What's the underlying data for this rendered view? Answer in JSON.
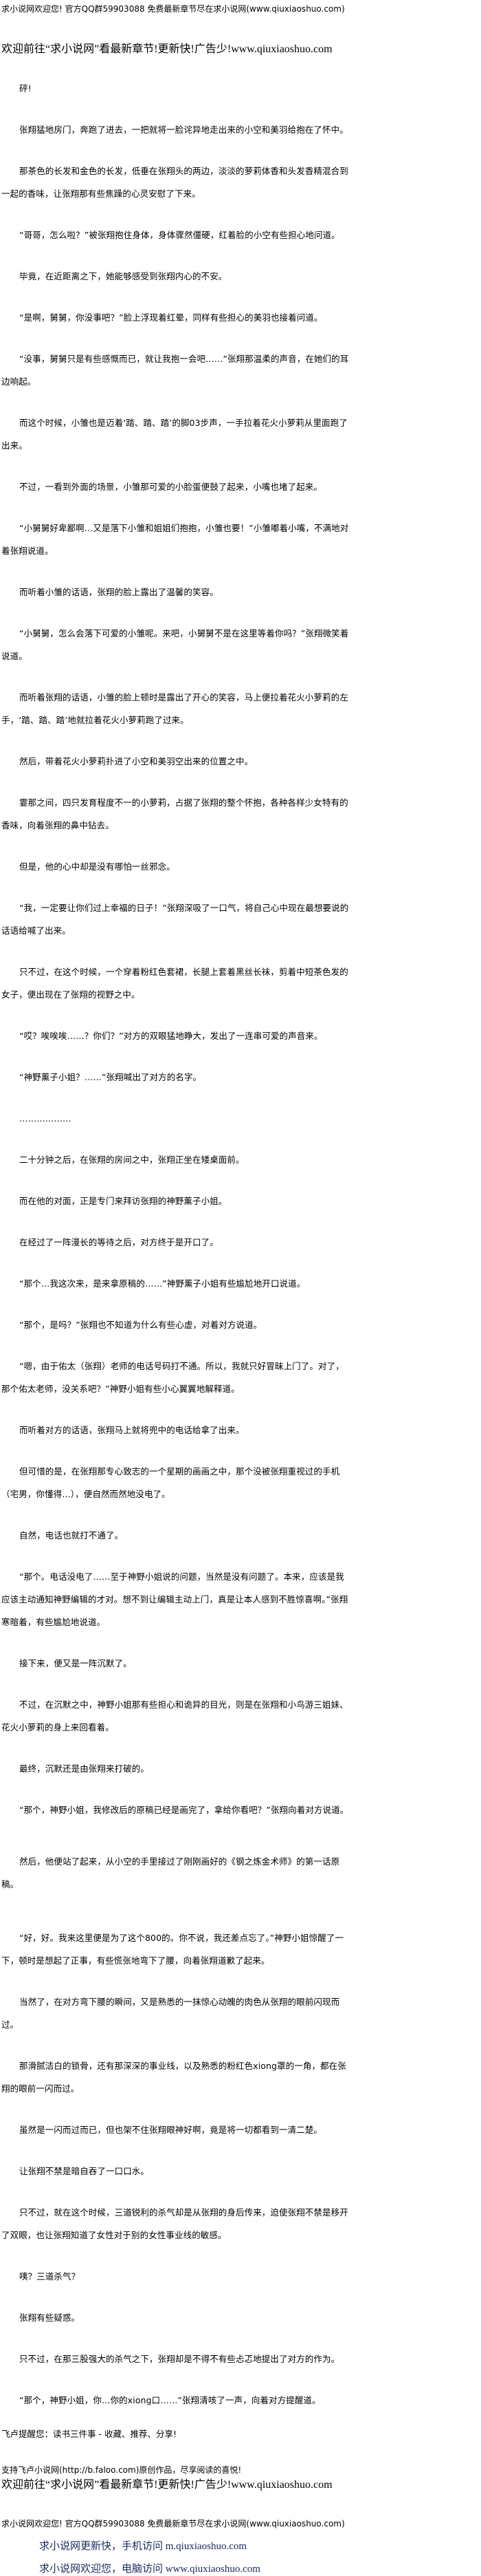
{
  "header": {
    "site_notice": "求小说网欢迎您! 官方QQ群59903088 免费最新章节尽在求小说网(www.qiuxiaoshuo.com)",
    "promo": "欢迎前往“求小说网”看最新章节!更新快!广告少!www.qiuxiaoshuo.com"
  },
  "chapter": {
    "paragraphs": [
      "砰!",
      "张翔猛地房门，奔跑了进去，一把就将一脸诧异地走出来的小空和美羽给抱在了怀中。",
      "那茶色的长发和金色的长发，低垂在张翔头的两边，淡淡的萝莉体香和头发香精混合到一起的香味，让张翔那有些焦躁的心灵安慰了下来。",
      "“哥哥，怎么啦？”被张翔抱住身体，身体骤然僵硬，红着脸的小空有些担心地问道。",
      "毕竟，在近距离之下，她能够感受到张翔内心的不安。",
      "“是啊，舅舅，你没事吧？”脸上浮现着红晕，同样有些担心的美羽也接着问道。",
      "“没事，舅舅只是有些感慨而已，就让我抱一会吧……”张翔那温柔的声音，在她们的耳边响起。",
      "而这个时候，小雏也是迈着‘踏、踏、踏’的脚03步声，一手拉着花火小萝莉从里面跑了出来。",
      "不过，一看到外面的场景，小雏那可爱的小脸蛋便鼓了起来，小嘴也堵了起来。",
      "“小舅舅好卑鄙啊…又是落下小雏和姐姐们抱抱，小雏也要！”小雏嘟着小嘴，不满地对着张翔说道。",
      "而听着小雏的话语，张翔的脸上露出了温馨的笑容。",
      "“小舅舅，怎么会落下可爱的小雏呢。来吧，小舅舅不是在这里等着你吗？”张翔微笑着说道。",
      "而听着张翔的话语，小雏的脸上顿时是露出了开心的笑容，马上便拉着花火小萝莉的左手，‘踏、踏、踏’地就拉着花火小萝莉跑了过来。",
      "然后，带着花火小萝莉扑进了小空和美羽空出来的位置之中。",
      "霎那之间，四只发育程度不一的小萝莉，占据了张翔的整个怀抱，各种各样少女特有的香味，向着张翔的鼻中钻去。",
      "但是，他的心中却是没有哪怕一丝邪念。",
      "“我，一定要让你们过上幸福的日子！”张翔深吸了一口气，将自己心中现在最想要说的话语给喊了出来。",
      "只不过，在这个时候，一个穿着粉红色套裙，长腿上套着黑丝长袜，剪着中短茶色发的女子，便出现在了张翔的视野之中。",
      "“哎？唉唉唉……？你们？”对方的双眼猛地睁大，发出了一连串可爱的声音来。",
      "“神野薰子小姐？……”张翔喊出了对方的名字。",
      "………………",
      "二十分钟之后，在张翔的房间之中，张翔正坐在矮桌面前。",
      "而在他的对面，正是专门来拜访张翔的神野薰子小姐。",
      "在经过了一阵漫长的等待之后，对方终于是开口了。",
      "“那个…我这次来，是来拿原稿的……”神野薰子小姐有些尴尬地开口说道。",
      "“那个，是吗？”张翔也不知道为什么有些心虚，对着对方说道。",
      "“嗯，由于佑太（张翔）老师的电话号码打不通。所以，我就只好冒昧上门了。对了，那个佑太老师，没关系吧？”神野小姐有些小心翼翼地解释道。",
      "而听着对方的话语，张翔马上就将兜中的电话给拿了出来。",
      "但可惜的是，在张翔那专心致志的一个星期的画画之中，那个没被张翔重视过的手机（宅男，你懂得…），便自然而然地没电了。",
      "自然，电话也就打不通了。",
      "“那个。电话没电了……至于神野小姐说的问题，当然是没有问题了。本来，应该是我应该主动通知神野编辑的才对。想不到让编辑主动上门，真是让本人感到不胜惊喜啊。”张翔寒暄着，有些尴尬地说道。",
      "接下来，便又是一阵沉默了。",
      "不过，在沉默之中，神野小姐那有些担心和诡异的目光，则是在张翔和小鸟游三姐妹、花火小萝莉的身上来回看着。",
      "最终，沉默还是由张翔来打破的。",
      "“那个，神野小姐，我修改后的原稿已经是画完了，拿给你看吧？”张翔向着对方说道。",
      "然后，他便站了起来，从小空的手里接过了刚刚画好的《钢之炼金术师》的第一话原稿。",
      "“好，好。我来这里便是为了这个800的。你不说，我还差点忘了。”神野小姐惊醒了一下，顿时是想起了正事，有些慌张地弯下了腰，向着张翔道歉了起来。",
      "当然了，在对方弯下腰的瞬间，又是熟悉的一抹惊心动魄的肉色从张翔的眼前闪现而过。",
      "那滑腻洁白的锁骨，还有那深深的事业线，以及熟悉的粉红色xiong罩的一角，都在张翔的眼前一闪而过。",
      "虽然是一闪而过而已，但也架不住张翔眼神好啊，竟是将一切都看到一清二楚。",
      "让张翔不禁是暗自吞了一口口水。",
      "只不过，就在这个时候，三道锐利的杀气却是从张翔的身后传来，迫使张翔不禁是移开了双眼，也让张翔知道了女性对于别的女性事业线的敏感。",
      "咦？三道杀气？",
      "张翔有些疑惑。",
      "只不过，在那三股强大的杀气之下，张翔却是不得不有些忐忑地提出了对方的作为。",
      "“那个，神野小姐，你…你的xiong口……”张翔清咳了一声，向着对方提醒道。"
    ]
  },
  "footer": {
    "tip": "飞卢提醒您：读书三件事 - 收藏、推荐、分享!",
    "support": "支持飞卢小说网(http://b.faloo.com)原创作品，尽享阅读的喜悦!",
    "promo": "欢迎前往“求小说网”看最新章节!更新快!广告少!www.qiuxiaoshuo.com",
    "site_notice": "求小说网欢迎您! 官方QQ群59903088 免费最新章节尽在求小说网(www.qiuxiaoshuo.com)",
    "mobile_link": "求小说网更新快，手机访问 m.qiuxiaoshuo.com",
    "pc_link": "求小说网欢迎您，电脑访问 www.qiuxiaoshuo.com"
  },
  "colors": {
    "link": "#1a2a5c",
    "text": "#000000"
  }
}
